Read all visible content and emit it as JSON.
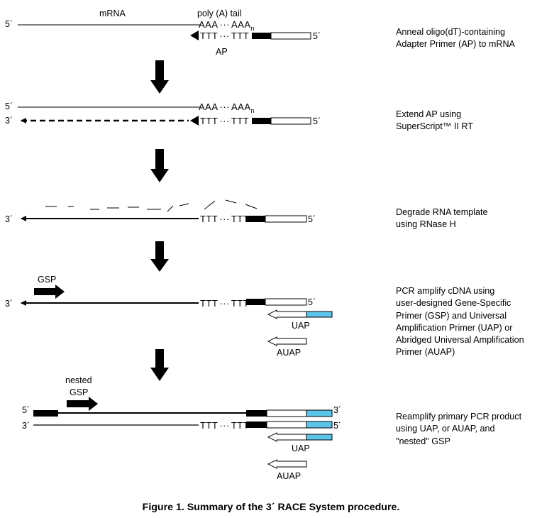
{
  "labels": {
    "mrna": "mRNA",
    "polya": "poly (A) tail",
    "ap": "AP",
    "gsp": "GSP",
    "nested_1": "nested",
    "nested_2": "GSP",
    "uap": "UAP",
    "auap": "AUAP",
    "five_prime": "5´",
    "three_prime": "3´",
    "aaa_1": "AAA",
    "aaa_2": "AAA",
    "aaa_sub": "n",
    "ttt_1": "TTT",
    "ttt_2": "TTT"
  },
  "steps": [
    {
      "description": "Anneal oligo(dT)-containing\nAdapter Primer (AP) to mRNA"
    },
    {
      "description": "Extend AP using\nSuperScript™ II RT"
    },
    {
      "description": "Degrade RNA template\nusing RNase H"
    },
    {
      "description": "PCR amplify cDNA using\nuser-designed Gene-Specific\nPrimer (GSP) and Universal\nAmplification Primer (UAP) or\nAbridged Universal Amplification\nPrimer (AUAP)"
    },
    {
      "description": "Reamplify primary PCR product\nusing UAP, or AUAP, and\n\"nested\" GSP"
    }
  ],
  "caption": "Figure 1. Summary of the 3´ RACE System procedure.",
  "colors": {
    "adapter_blue": "#5bc4e8",
    "black": "#000000"
  }
}
